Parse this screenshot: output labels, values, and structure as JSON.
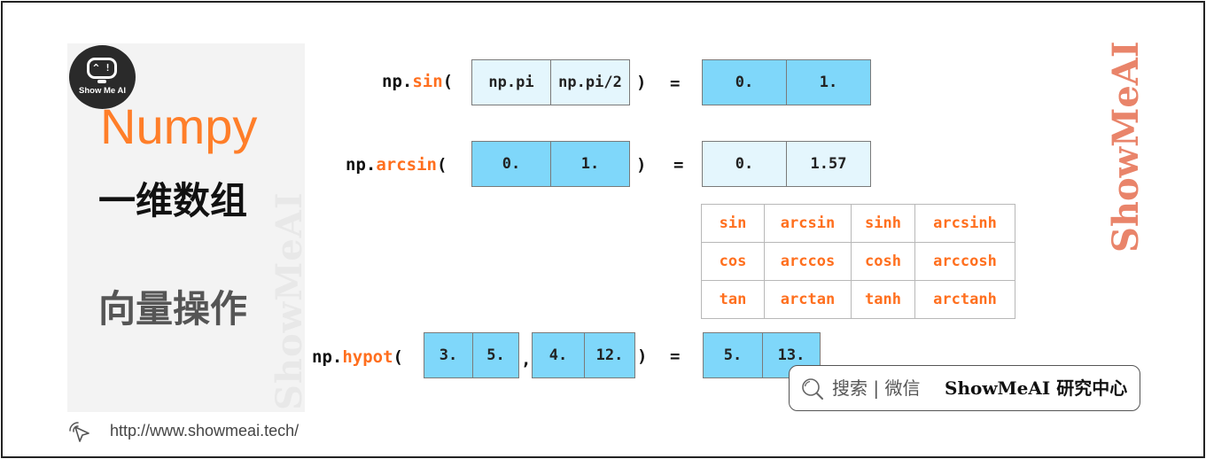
{
  "logo": {
    "face_text": "^ !",
    "text": "Show Me AI"
  },
  "left": {
    "title_numpy": "Numpy",
    "title_1d": "一维数组",
    "title_vec": "向量操作",
    "watermark": "ShowMeAI"
  },
  "right_watermark": "ShowMeAI",
  "rows": {
    "sin": {
      "prefix": "np.",
      "func": "sin",
      "open": "(",
      "args": [
        "np.pi",
        "np.pi/2"
      ],
      "close": ")",
      "equals": "=",
      "results": [
        "0.",
        "1."
      ]
    },
    "arcsin": {
      "prefix": "np.",
      "func": "arcsin",
      "open": "(",
      "args": [
        "0.",
        "1."
      ],
      "close": ")",
      "equals": "=",
      "results": [
        "0.",
        "1.57"
      ]
    },
    "hypot": {
      "prefix": "np.",
      "func": "hypot",
      "open": "(",
      "args_a": [
        "3.",
        "5."
      ],
      "comma": ",",
      "args_b": [
        "4.",
        "12."
      ],
      "close": ")",
      "equals": "=",
      "results": [
        "5.",
        "13."
      ]
    }
  },
  "trig_table": [
    [
      "sin",
      "arcsin",
      "sinh",
      "arcsinh"
    ],
    [
      "cos",
      "arccos",
      "cosh",
      "arccosh"
    ],
    [
      "tan",
      "arctan",
      "tanh",
      "arctanh"
    ]
  ],
  "footer": {
    "url": "http://www.showmeai.tech/",
    "search_label": "搜索 | 微信",
    "search_brand": "ShowMeAI 研究中心"
  }
}
